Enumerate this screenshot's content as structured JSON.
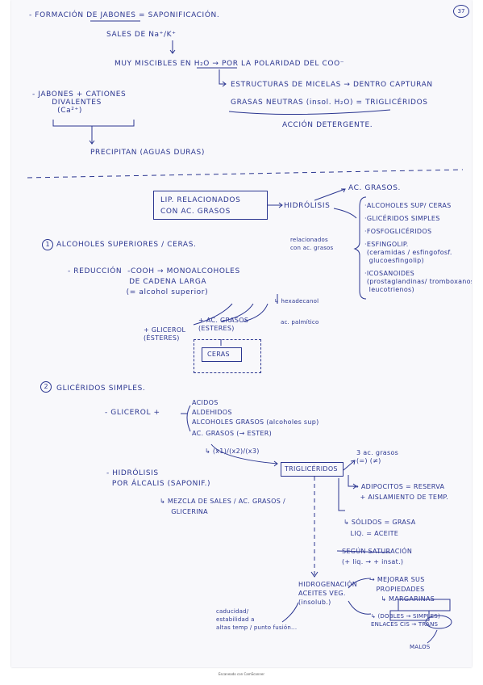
{
  "page_number": "37",
  "footer": "Escaneado con CamScanner",
  "saponification": {
    "line1": "- FORMACIÓN DE JABONES = SAPONIFICACIÓN.",
    "salts": "SALES DE Na⁺/K⁺",
    "miscible": "MUY MISCIBLES EN H₂O → POR LA POLARIDAD DEL COO⁻",
    "micelles": "ESTRUCTURAS DE MICELAS → DENTRO CAPTURAN",
    "fats": "GRASAS NEUTRAS (insol. H₂O) = TRIGLICÉRIDOS",
    "detergent": "ACCIÓN DETERGENTE.",
    "soaps_cations": "- JABONES + CATIONES\n       DIVALENTES\n         (Ca²⁺)",
    "precipitate": "PRECIPITAN (AGUAS DURAS)"
  },
  "lipids": {
    "box": "LIP. RELACIONADOS\nCON AC. GRASOS",
    "hydrolysis": "HIDRÓLISIS",
    "fatty_acids": "AC. GRASOS.",
    "related": "relacionados\ncon ac. grasos",
    "list": [
      "·ALCOHOLES SUP/ CERAS",
      "·GLICÉRIDOS SIMPLES",
      "·FOSFOGLICÉRIDOS",
      "·ESFINGOLIP.\n (ceramidas / esfingofosf.\n  glucoesfingolip)",
      "·ICOSANOIDES\n (prostaglandinas/ tromboxanos/\n  leucotrienos)"
    ]
  },
  "section1": {
    "number": "1",
    "title": "ALCOHOLES SUPERIORES / CERAS.",
    "reduction": "- REDUCCIÓN  -COOH → MONOALCOHOLES\n                      DE CADENA LARGA\n                     (= alcohol superior)",
    "hexadecanol": "↳ hexadecanol",
    "ac_grasos_esteres": "+ AC. GRASOS\n(ESTERES)",
    "glicerol_esteres": "+ GLICEROL\n(ÉSTERES)",
    "palmitic": "ac. palmítico",
    "ceras": "CERAS"
  },
  "section2": {
    "number": "2",
    "title": "GLICÉRIDOS SIMPLES.",
    "glicerol": "- GLICEROL +",
    "branches": [
      "ACIDOS",
      "ALDEHIDOS",
      "ALCOHOLES GRASOS (alcoholes sup)",
      "AC. GRASOS (→ ESTER)"
    ],
    "counts": "↳ (x1)/(x2)/(x3)",
    "hydrolysis_alkali": "- HIDRÓLISIS\n  POR ÁLCALIS (SAPONIF.)",
    "mixture": "↳ MEZCLA DE SALES / AC. GRASOS /\n     GLICERINA",
    "triglycerides": "TRIGLICÉRIDOS",
    "three_fa": "3 ac. grasos\n(=) (≠)",
    "adipocytes": "→ ADIPOCITOS = RESERVA\n   + AISLAMIENTO DE TEMP.",
    "solids": "↳ SÓLIDOS = GRASA\n   LIQ. = ACEITE",
    "saturation": "SEGÚN SATURACIÓN\n(+ liq. → + insat.)",
    "hydrogenation": "HIDROGENACIÓN\nACEITES VEG.\n(insolub.)",
    "improve": "→ MEJORAR SUS\n   PROPIEDADES\n     ↳ MARGARINAS",
    "bonds": "↳ (DOBLES → SIMPLES)\nENLACES CIS → TRANS",
    "bad": "MALOS",
    "expiry": "caducidad/\nestabilidad a\naltas temp / punto fusión..."
  }
}
